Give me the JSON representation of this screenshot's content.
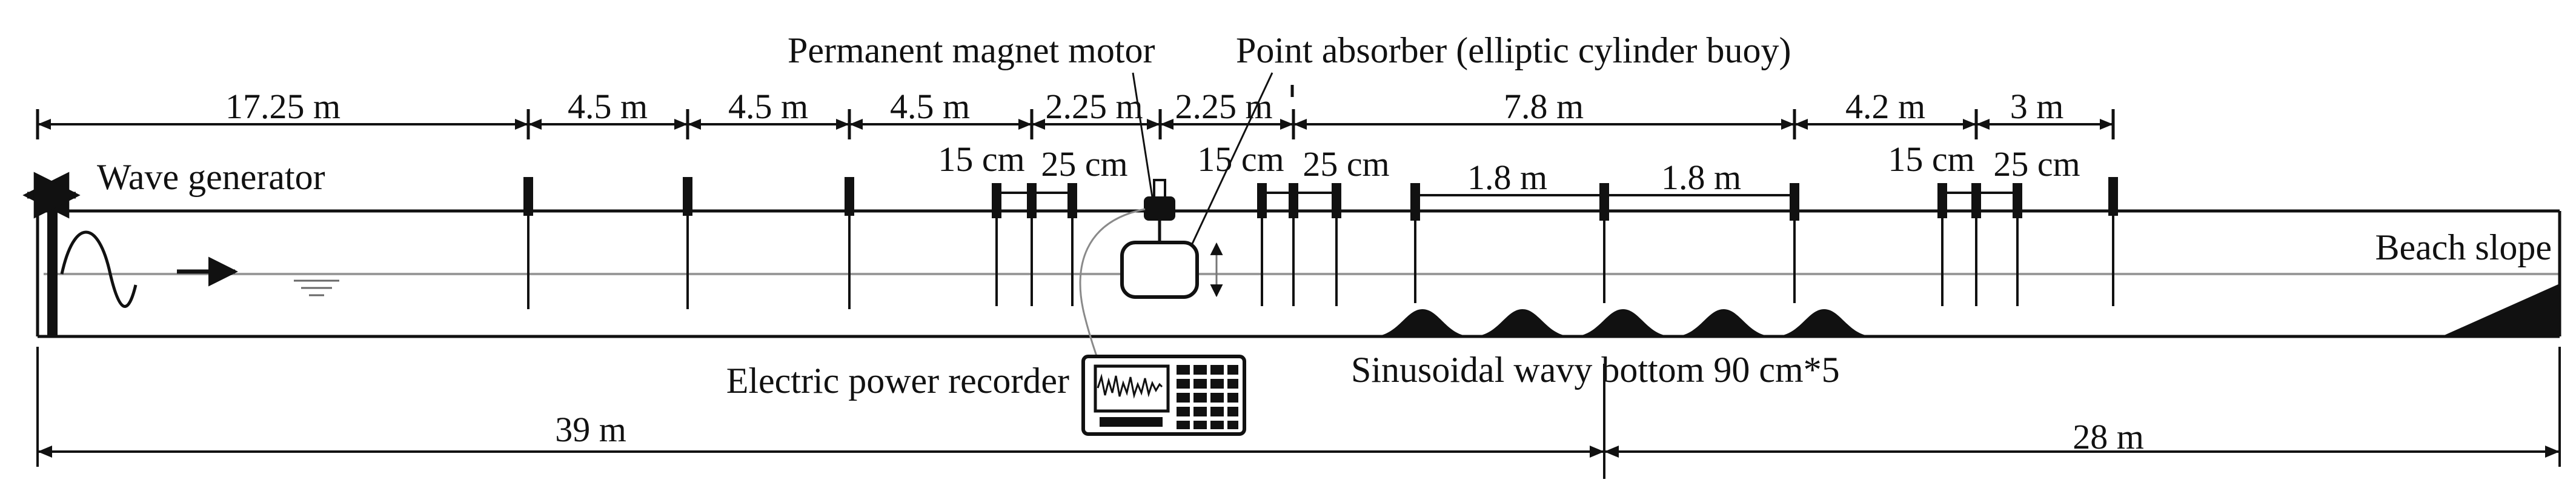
{
  "labels": {
    "motor": "Permanent magnet motor",
    "absorber": "Point absorber (elliptic cylinder buoy)",
    "wave_generator": "Wave generator",
    "beach_slope": "Beach slope",
    "recorder": "Electric power recorder",
    "wavy_bottom": "Sinusoidal wavy bottom 90 cm*5"
  },
  "top_dimensions": [
    "17.25 m",
    "4.5 m",
    "4.5 m",
    "4.5 m",
    "2.25 m",
    "2.25 m",
    "7.8 m",
    "4.2 m",
    "3 m"
  ],
  "gauge_spacings": {
    "left_15": "15 cm",
    "left_25": "25 cm",
    "mid_15": "15 cm",
    "mid_25": "25 cm",
    "bottom_a": "1.8 m",
    "bottom_b": "1.8 m",
    "right_15": "15 cm",
    "right_25": "25 cm"
  },
  "bottom_dimensions": {
    "left": "39 m",
    "right": "28 m"
  },
  "colors": {
    "line": "#111111",
    "water": "#9a9a9a",
    "cable": "#8a8a8a"
  }
}
